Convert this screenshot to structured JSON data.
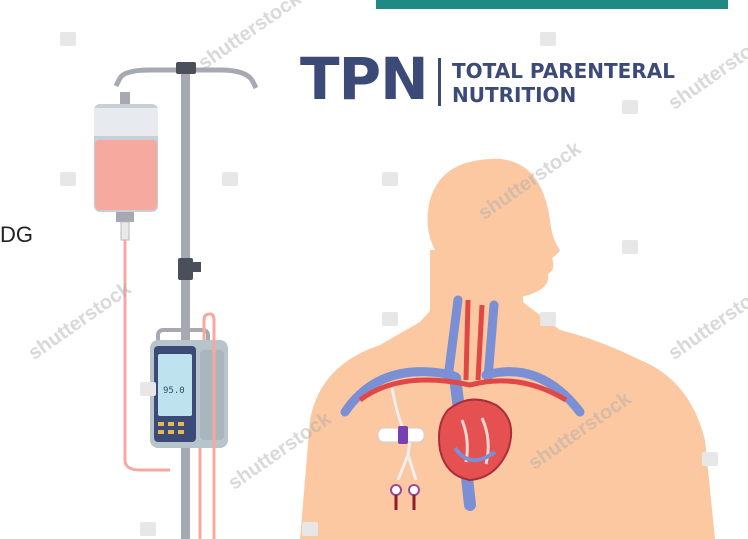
{
  "header": {
    "accent_color": "#1f8a84"
  },
  "side_text": "DG",
  "title": {
    "abbreviation": "TPN",
    "line1": "TOTAL PARENTERAL",
    "line2": "NUTRITION",
    "color": "#3c4a78"
  },
  "pump": {
    "reading": "95.0"
  },
  "watermark": {
    "text": "shutterstock"
  },
  "colors": {
    "skin": "#fbc8a2",
    "vein": "#7b8fd4",
    "artery": "#e04848",
    "fluid": "#f6a99e",
    "pole": "#a6a9b1"
  }
}
